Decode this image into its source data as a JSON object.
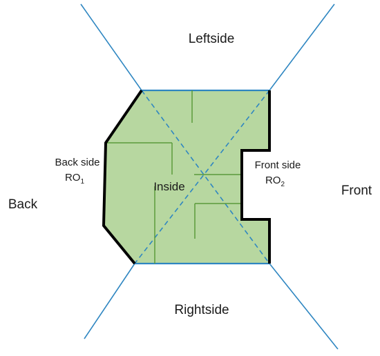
{
  "regions": {
    "leftside": "Leftside",
    "rightside": "Rightside",
    "front": "Front",
    "back": "Back",
    "inside": "Inside"
  },
  "back_side": {
    "line1": "Back side",
    "ro": "RO",
    "ro_sub": "1"
  },
  "front_side": {
    "line1": "Front side",
    "ro": "RO",
    "ro_sub": "2"
  },
  "colors": {
    "fill": "#b7d7a0",
    "interior_lines": "#5a9a3a",
    "diagonals": "#2e86c1",
    "outline": "#000000",
    "edge": "#2e86c1"
  }
}
